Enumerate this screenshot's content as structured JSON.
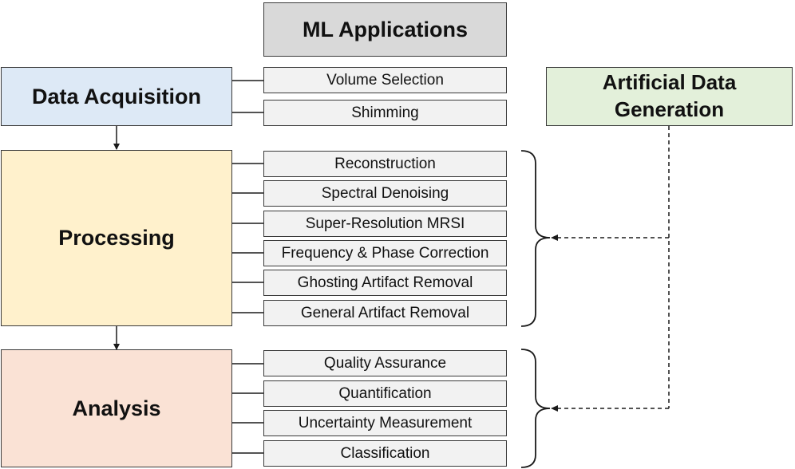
{
  "header": {
    "label": "ML Applications"
  },
  "stages": {
    "acquisition": "Data Acquisition",
    "processing": "Processing",
    "analysis": "Analysis"
  },
  "artificial": {
    "line1": "Artificial Data",
    "line2": "Generation"
  },
  "applications": {
    "acquisition": [
      "Volume Selection",
      "Shimming"
    ],
    "processing": [
      "Reconstruction",
      "Spectral Denoising",
      "Super-Resolution MRSI",
      "Frequency & Phase Correction",
      "Ghosting Artifact Removal",
      "General Artifact Removal"
    ],
    "analysis": [
      "Quality Assurance",
      "Quantification",
      "Uncertainty Measurement",
      "Classification"
    ]
  },
  "colors": {
    "acquisition": "#dde9f6",
    "processing": "#fff1cc",
    "analysis": "#fae2d5",
    "artificial": "#e3f0da",
    "header": "#d9d9d9",
    "application": "#f2f2f2",
    "line": "#1a1a1a"
  }
}
